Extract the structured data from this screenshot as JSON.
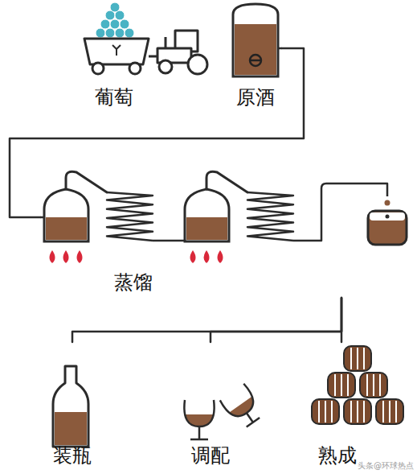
{
  "diagram": {
    "nodes": [
      {
        "text": [
          "葡萄"
        ]
      },
      {
        "text": [
          "原酒"
        ]
      },
      {
        "text": [
          "蒸馏"
        ]
      },
      {
        "text": [
          "装瓶"
        ]
      },
      {
        "text": [
          "调配"
        ]
      },
      {
        "text": [
          "熟成"
        ]
      }
    ],
    "edges": [
      {
        "from": 1,
        "to": 2,
        "arrow": "none"
      },
      {
        "from": 2,
        "to": 3,
        "arrow": "none"
      },
      {
        "from": 2,
        "to": 4,
        "arrow": "none"
      },
      {
        "from": 2,
        "to": 5,
        "arrow": "none"
      }
    ],
    "labels": [
      "头条@环球热点"
    ]
  }
}
